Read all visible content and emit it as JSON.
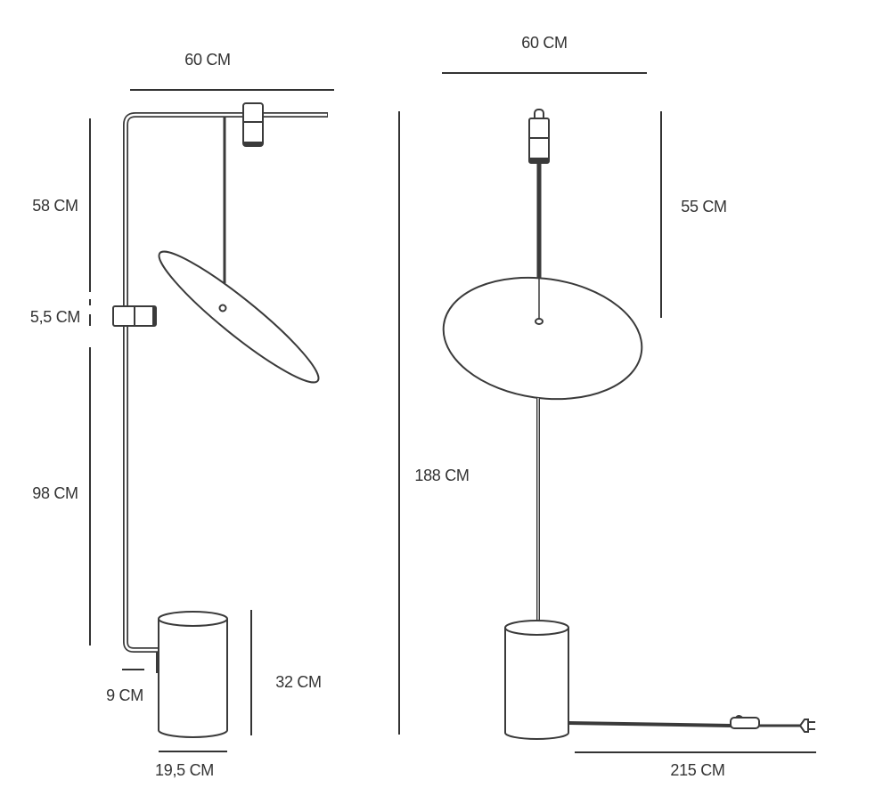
{
  "side_view": {
    "width_label": "60 CM",
    "upper_height_label": "58 CM",
    "clamp_label": "5,5 CM",
    "lower_height_label": "98 CM",
    "offset_label": "9 CM",
    "base_height_label": "32 CM",
    "base_diameter_label": "19,5 CM"
  },
  "front_view": {
    "width_label": "60 CM",
    "drop_label": "55 CM",
    "total_height_label": "188 CM",
    "cable_label": "215 CM"
  },
  "colors": {
    "line": "#333333",
    "background": "#ffffff"
  }
}
